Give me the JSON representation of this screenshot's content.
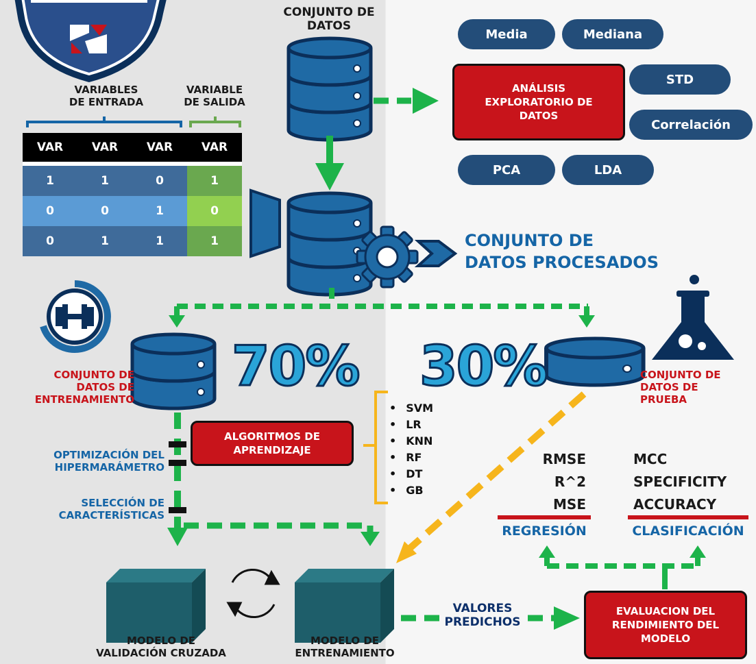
{
  "dataset": {
    "title_line1": "CONJUNTO DE",
    "title_line2": "DATOS"
  },
  "inputs_header": {
    "line1": "VARIABLES",
    "line2": "DE ENTRADA"
  },
  "output_header": {
    "line1": "VARIABLE",
    "line2": "DE SALIDA"
  },
  "table": {
    "headers": [
      "VAR",
      "VAR",
      "VAR",
      "VAR"
    ],
    "rows": [
      [
        "1",
        "1",
        "0",
        "1"
      ],
      [
        "0",
        "0",
        "1",
        "0"
      ],
      [
        "0",
        "1",
        "1",
        "1"
      ]
    ],
    "colors": {
      "input_dark": "#3f6b9a",
      "input_light": "#5b9bd5",
      "output_dark": "#6aa84f",
      "output_light": "#92d050"
    }
  },
  "eda": {
    "label_line1": "ANÁLISIS",
    "label_line2": "EXPLORATORIO DE",
    "label_line3": "DATOS",
    "pills": {
      "media": "Media",
      "mediana": "Mediana",
      "std": "STD",
      "correlacion": "Correlación",
      "pca": "PCA",
      "lda": "LDA"
    }
  },
  "processed": {
    "line1": "CONJUNTO DE",
    "line2": "DATOS PROCESADOS"
  },
  "train": {
    "percent": "70%",
    "line1": "CONJUNTO DE",
    "line2": "DATOS DE",
    "line3": "ENTRENAMIENTO"
  },
  "test": {
    "percent": "30%",
    "line1": "CONJUNTO DE",
    "line2": "DATOS DE",
    "line3": "PRUEBA"
  },
  "algorithms": {
    "label_line1": "ALGORITMOS DE",
    "label_line2": "APRENDIZAJE",
    "items": [
      "SVM",
      "LR",
      "KNN",
      "RF",
      "DT",
      "GB"
    ]
  },
  "hyper": {
    "line1": "OPTIMIZACIÓN DEL",
    "line2": "HIPERMARÁMETRO"
  },
  "feature": {
    "line1": "SELECCIÓN DE",
    "line2": "CARACTERÍSTICAS"
  },
  "regression": {
    "metrics": [
      "RMSE",
      "R^2",
      "MSE"
    ],
    "label": "REGRESIÓN"
  },
  "classification": {
    "metrics": [
      "MCC",
      "SPECIFICITY",
      "ACCURACY"
    ],
    "label": "CLASIFICACIÓN"
  },
  "cv_model": {
    "line1": "MODELO DE",
    "line2": "VALIDACIÓN CRUZADA"
  },
  "train_model": {
    "line1": "MODELO DE",
    "line2": "ENTRENAMIENTO"
  },
  "predicted": {
    "line1": "VALORES",
    "line2": "PREDICHOS"
  },
  "evaluation": {
    "line1": "EVALUACION DEL",
    "line2": "RENDIMIENTO DEL",
    "line3": "MODELO"
  },
  "colors": {
    "green_arrow": "#1db34a",
    "yellow_arrow": "#f6b51c",
    "db_blue": "#1f6aa5",
    "db_dark": "#0b2f5a",
    "red_box": "#c8141b",
    "pill": "#234d79",
    "cube": "#1e5e6a"
  },
  "icons": [
    "logo-shield",
    "database-icon",
    "gear-icon",
    "chevron-right-icon",
    "dumbbell-icon",
    "flask-icon",
    "refresh-cycle-icon",
    "cube-icon",
    "funnel-icon"
  ]
}
